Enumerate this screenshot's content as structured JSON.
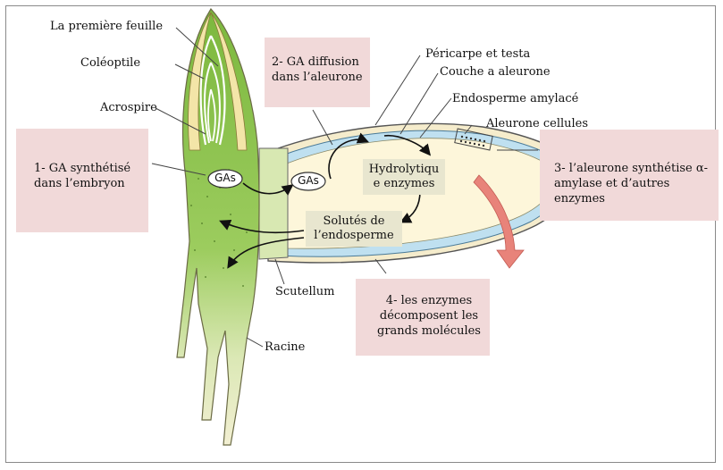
{
  "labels": {
    "first_leaf": "La première feuille",
    "coleoptile": "Coléoptile",
    "acrospire": "Acrospire",
    "pericarp": "Péricarpe et testa",
    "aleurone_layer": "Couche a aleurone",
    "starchy_endosperm": "Endosperme amylacé",
    "aleurone_cells": "Aleurone cellules",
    "scutellum": "Scutellum",
    "root": "Racine"
  },
  "steps": {
    "step1": {
      "line1": "1- GA synthétisé",
      "line2": "dans l’embryon"
    },
    "step2": {
      "line1": "2- GA diffusion",
      "line2": "dans l’aleurone"
    },
    "step3": {
      "line1": "3- l’aleurone  synthétise α-",
      "line2": "amylase et d’autres enzymes"
    },
    "step4": {
      "line1": "4- les enzymes",
      "line2": "décomposent les",
      "line3": "grands molécules"
    }
  },
  "inner": {
    "hydrolytic": {
      "line1": "Hydrolytiqu",
      "line2": "e enzymes"
    },
    "solutes": {
      "line1": "Solutés de",
      "line2": "l’endosperme"
    },
    "gas_embryo": "GAs",
    "gas_aleurone": "GAs"
  },
  "colors": {
    "pink_box": "#f1d9d9",
    "tan_box": "#e8e6cf",
    "seedling_green": "#8dc34a",
    "aleurone_blue": "#bfe0f0",
    "endosperm_cream": "#fdf6da",
    "arrow_red": "#e8837a"
  }
}
